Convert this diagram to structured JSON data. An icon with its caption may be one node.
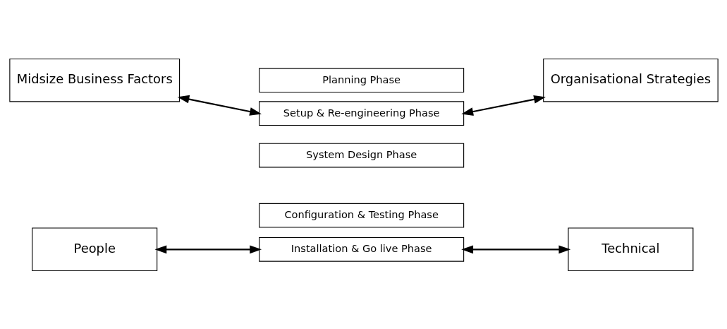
{
  "diagram": {
    "nodes": [
      {
        "text": [
          "Midsize Business Factors"
        ]
      },
      {
        "text": [
          "Organisational Strategies"
        ]
      },
      {
        "text": [
          "Planning Phase"
        ]
      },
      {
        "text": [
          "Setup & Re-engineering Phase"
        ]
      },
      {
        "text": [
          "System Design Phase"
        ]
      },
      {
        "text": [
          "Configuration & Testing Phase"
        ]
      },
      {
        "text": [
          "Installation & Go live Phase"
        ]
      },
      {
        "text": [
          "People"
        ]
      },
      {
        "text": [
          "Technical"
        ]
      }
    ],
    "edges": [
      {
        "from": 0,
        "to": 3,
        "arrow": "both"
      },
      {
        "from": 1,
        "to": 3,
        "arrow": "both"
      },
      {
        "from": 7,
        "to": 6,
        "arrow": "both"
      },
      {
        "from": 8,
        "to": 6,
        "arrow": "both"
      }
    ]
  }
}
